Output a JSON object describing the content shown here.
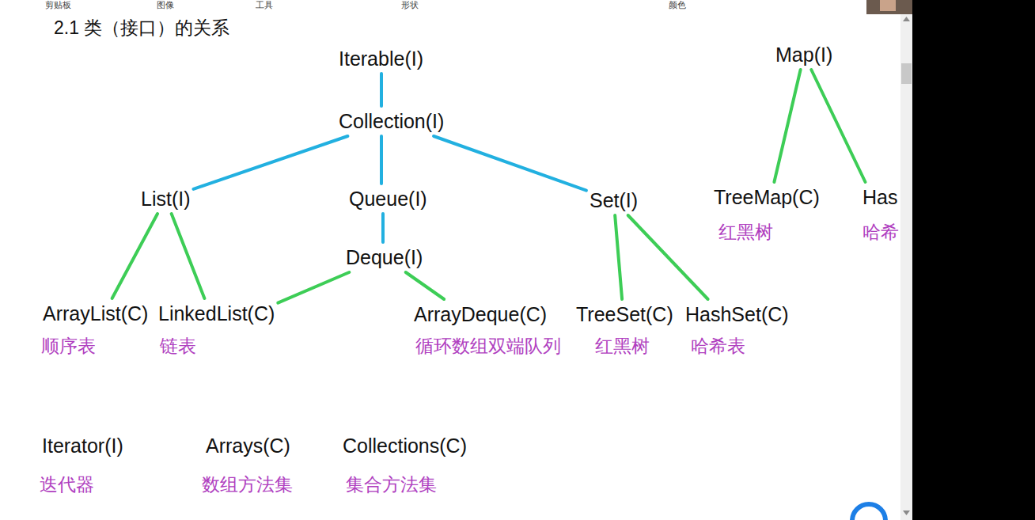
{
  "diagram": {
    "title": "2.1 类（接口）的关系",
    "nodes": [
      {
        "text": [
          "Iterable(I)"
        ]
      },
      {
        "text": [
          "Map(I)"
        ]
      },
      {
        "text": [
          "Collection(I)"
        ]
      },
      {
        "text": [
          "List(I)"
        ]
      },
      {
        "text": [
          "Queue(I)"
        ]
      },
      {
        "text": [
          "Set(I)"
        ]
      },
      {
        "text": [
          "TreeMap(C)",
          "红黑树"
        ]
      },
      {
        "text": [
          "Has",
          "哈希"
        ]
      },
      {
        "text": [
          "Deque(I)"
        ]
      },
      {
        "text": [
          "ArrayList(C)",
          "顺序表"
        ]
      },
      {
        "text": [
          "LinkedList(C)",
          "链表"
        ]
      },
      {
        "text": [
          "ArrayDeque(C)",
          "循环数组双端队列"
        ]
      },
      {
        "text": [
          "TreeSet(C)",
          "红黑树"
        ]
      },
      {
        "text": [
          "HashSet(C)",
          "哈希表"
        ]
      },
      {
        "text": [
          "Iterator(I)",
          "迭代器"
        ]
      },
      {
        "text": [
          "Arrays(C)",
          "数组方法集"
        ]
      },
      {
        "text": [
          "Collections(C)",
          "集合方法集"
        ]
      }
    ],
    "edges": [
      {
        "from": 0,
        "to": 2,
        "arrow": "none"
      },
      {
        "from": 2,
        "to": 3,
        "arrow": "none"
      },
      {
        "from": 2,
        "to": 4,
        "arrow": "none"
      },
      {
        "from": 2,
        "to": 5,
        "arrow": "none"
      },
      {
        "from": 4,
        "to": 8,
        "arrow": "none"
      },
      {
        "from": 1,
        "to": 6,
        "arrow": "none"
      },
      {
        "from": 1,
        "to": 7,
        "arrow": "none"
      },
      {
        "from": 3,
        "to": 9,
        "arrow": "none"
      },
      {
        "from": 3,
        "to": 10,
        "arrow": "none"
      },
      {
        "from": 8,
        "to": 10,
        "arrow": "none"
      },
      {
        "from": 8,
        "to": 11,
        "arrow": "none"
      },
      {
        "from": 5,
        "to": 12,
        "arrow": "none"
      },
      {
        "from": 5,
        "to": 13,
        "arrow": "none"
      }
    ],
    "labels": [
      "剪贴板",
      "图像",
      "工具",
      "形状",
      "颜色"
    ]
  }
}
